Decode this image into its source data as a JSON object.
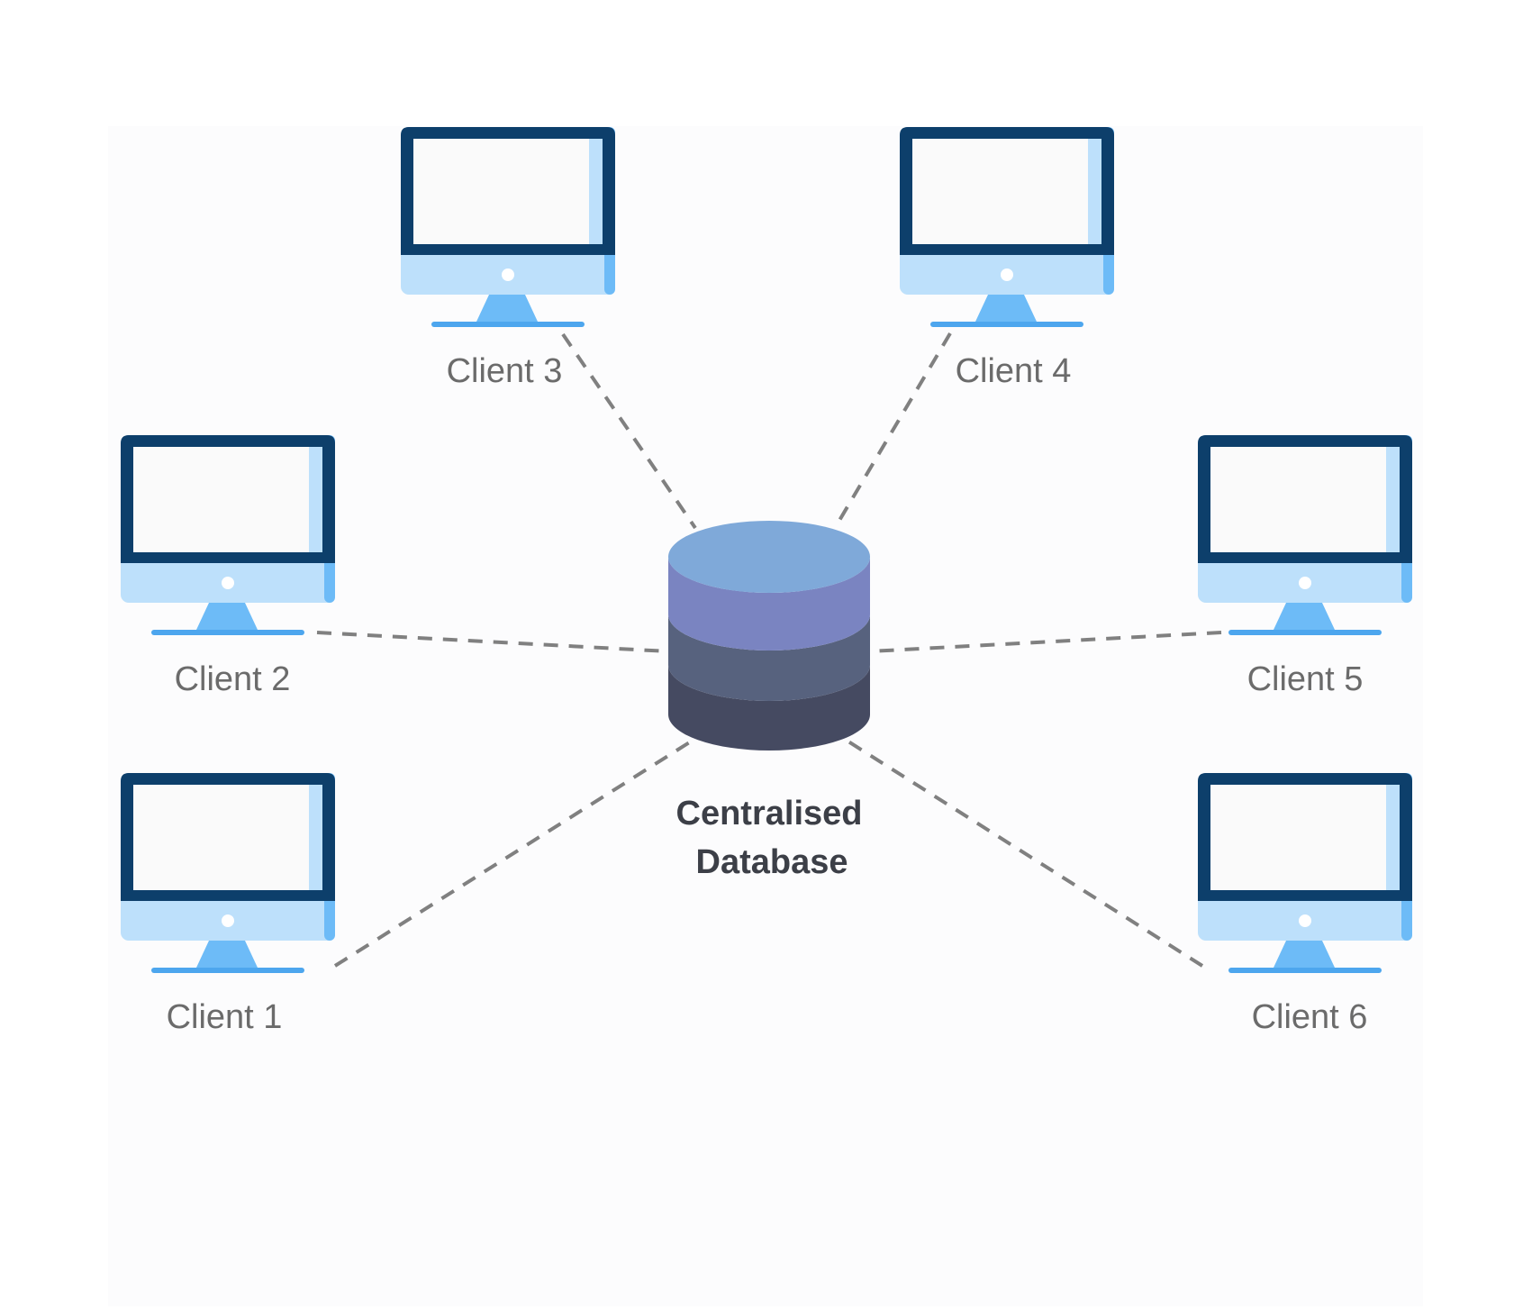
{
  "diagram": {
    "database": {
      "label_line1": "Centralised",
      "label_line2": "Database",
      "icon": "database-icon",
      "colors": [
        "#7fa9d9",
        "#7a84c1",
        "#57627e",
        "#454a61"
      ]
    },
    "clients": [
      {
        "id": "client-1",
        "label": "Client 1",
        "icon": "monitor-icon"
      },
      {
        "id": "client-2",
        "label": "Client 2",
        "icon": "monitor-icon"
      },
      {
        "id": "client-3",
        "label": "Client 3",
        "icon": "monitor-icon"
      },
      {
        "id": "client-4",
        "label": "Client 4",
        "icon": "monitor-icon"
      },
      {
        "id": "client-5",
        "label": "Client 5",
        "icon": "monitor-icon"
      },
      {
        "id": "client-6",
        "label": "Client 6",
        "icon": "monitor-icon"
      }
    ],
    "connections": [
      {
        "from": "client-1",
        "to": "database"
      },
      {
        "from": "client-2",
        "to": "database"
      },
      {
        "from": "client-3",
        "to": "database"
      },
      {
        "from": "client-4",
        "to": "database"
      },
      {
        "from": "client-5",
        "to": "database"
      },
      {
        "from": "client-6",
        "to": "database"
      }
    ],
    "colors": {
      "monitor_frame": "#0d3f6b",
      "monitor_screen": "#fafafa",
      "monitor_chin": "#bde0fb",
      "monitor_accent": "#6dbbf7",
      "connector": "#808080"
    }
  }
}
